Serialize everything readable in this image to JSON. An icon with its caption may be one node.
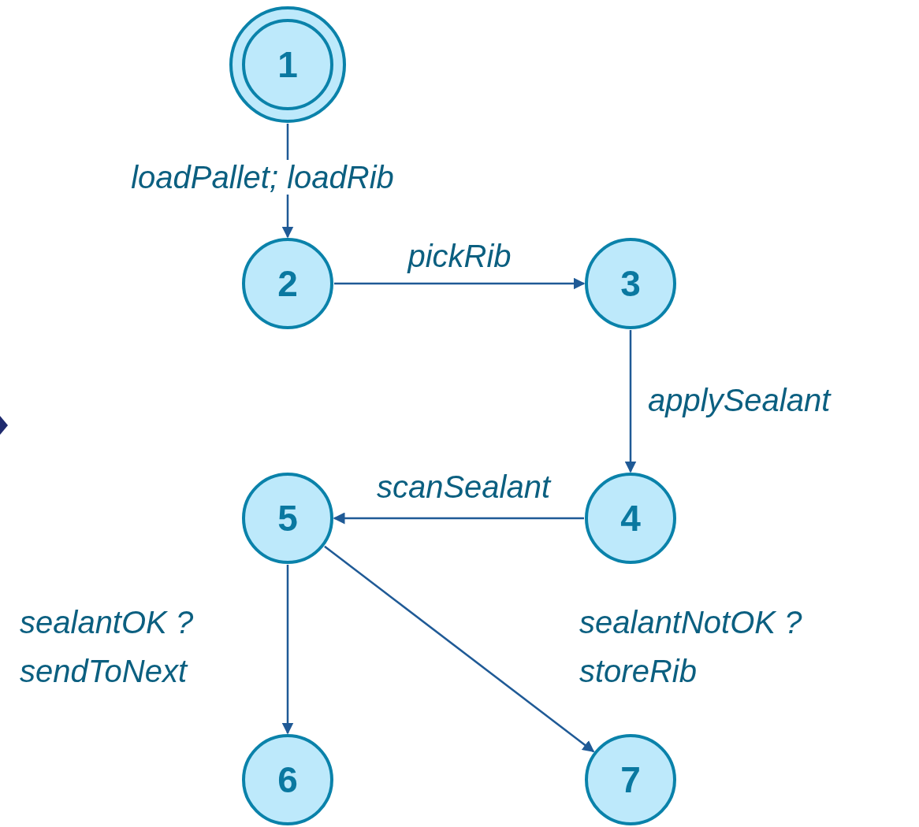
{
  "diagram": {
    "nodes": [
      {
        "text": [
          "1"
        ]
      },
      {
        "text": [
          "2"
        ]
      },
      {
        "text": [
          "3"
        ]
      },
      {
        "text": [
          "4"
        ]
      },
      {
        "text": [
          "5"
        ]
      },
      {
        "text": [
          "6"
        ]
      },
      {
        "text": [
          "7"
        ]
      }
    ],
    "edges": [
      {
        "from": 0,
        "to": 1,
        "arrow": "to",
        "label": "loadPallet; loadRib"
      },
      {
        "from": 1,
        "to": 2,
        "arrow": "to",
        "label": "pickRib"
      },
      {
        "from": 2,
        "to": 3,
        "arrow": "to",
        "label": "applySealant"
      },
      {
        "from": 3,
        "to": 4,
        "arrow": "to",
        "label": "scanSealant"
      },
      {
        "from": 4,
        "to": 5,
        "arrow": "to",
        "label": "sealantOK ? sendToNext"
      },
      {
        "from": 4,
        "to": 6,
        "arrow": "to",
        "label": "sealantNotOK ? storeRib"
      }
    ]
  }
}
